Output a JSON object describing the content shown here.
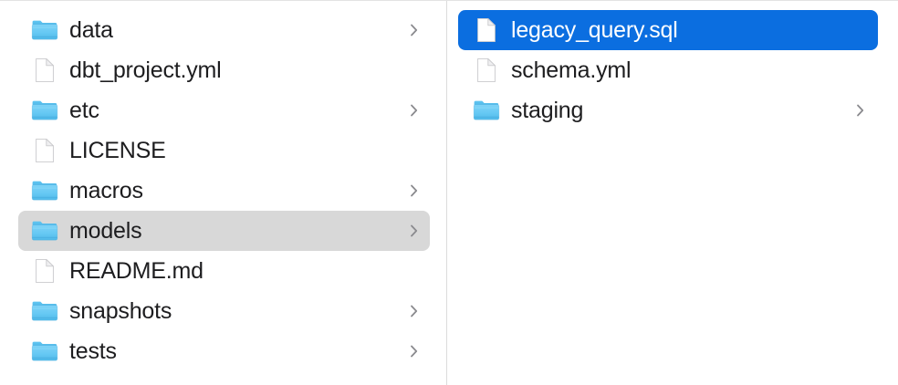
{
  "view": {
    "kind": "file-browser-column-view",
    "background_color": "#ffffff",
    "divider_color": "#dcdcdc",
    "selection_active_color": "#0b6ee0",
    "selection_inactive_color": "#d8d8d8",
    "label_color": "#1d1d1f",
    "chevron_color": "#8a8a8e",
    "folder_icon_color": "#5ac8f5",
    "file_icon_color": "#ffffff"
  },
  "columns": [
    {
      "name": "parent-column",
      "items": [
        {
          "label": "data",
          "icon": "folder-icon",
          "type": "folder",
          "has_chevron": true,
          "selected": false,
          "selection_style": "none"
        },
        {
          "label": "dbt_project.yml",
          "icon": "document-icon",
          "type": "file",
          "has_chevron": false,
          "selected": false,
          "selection_style": "none"
        },
        {
          "label": "etc",
          "icon": "folder-icon",
          "type": "folder",
          "has_chevron": true,
          "selected": false,
          "selection_style": "none"
        },
        {
          "label": "LICENSE",
          "icon": "document-icon",
          "type": "file",
          "has_chevron": false,
          "selected": false,
          "selection_style": "none"
        },
        {
          "label": "macros",
          "icon": "folder-icon",
          "type": "folder",
          "has_chevron": true,
          "selected": false,
          "selection_style": "none"
        },
        {
          "label": "models",
          "icon": "folder-icon",
          "type": "folder",
          "has_chevron": true,
          "selected": true,
          "selection_style": "gray"
        },
        {
          "label": "README.md",
          "icon": "document-icon",
          "type": "file",
          "has_chevron": false,
          "selected": false,
          "selection_style": "none"
        },
        {
          "label": "snapshots",
          "icon": "folder-icon",
          "type": "folder",
          "has_chevron": true,
          "selected": false,
          "selection_style": "none"
        },
        {
          "label": "tests",
          "icon": "folder-icon",
          "type": "folder",
          "has_chevron": true,
          "selected": false,
          "selection_style": "none"
        }
      ]
    },
    {
      "name": "child-column",
      "items": [
        {
          "label": "legacy_query.sql",
          "icon": "document-icon",
          "type": "file",
          "has_chevron": false,
          "selected": true,
          "selection_style": "blue"
        },
        {
          "label": "schema.yml",
          "icon": "document-icon",
          "type": "file",
          "has_chevron": false,
          "selected": false,
          "selection_style": "none"
        },
        {
          "label": "staging",
          "icon": "folder-icon",
          "type": "folder",
          "has_chevron": true,
          "selected": false,
          "selection_style": "none"
        }
      ]
    }
  ]
}
